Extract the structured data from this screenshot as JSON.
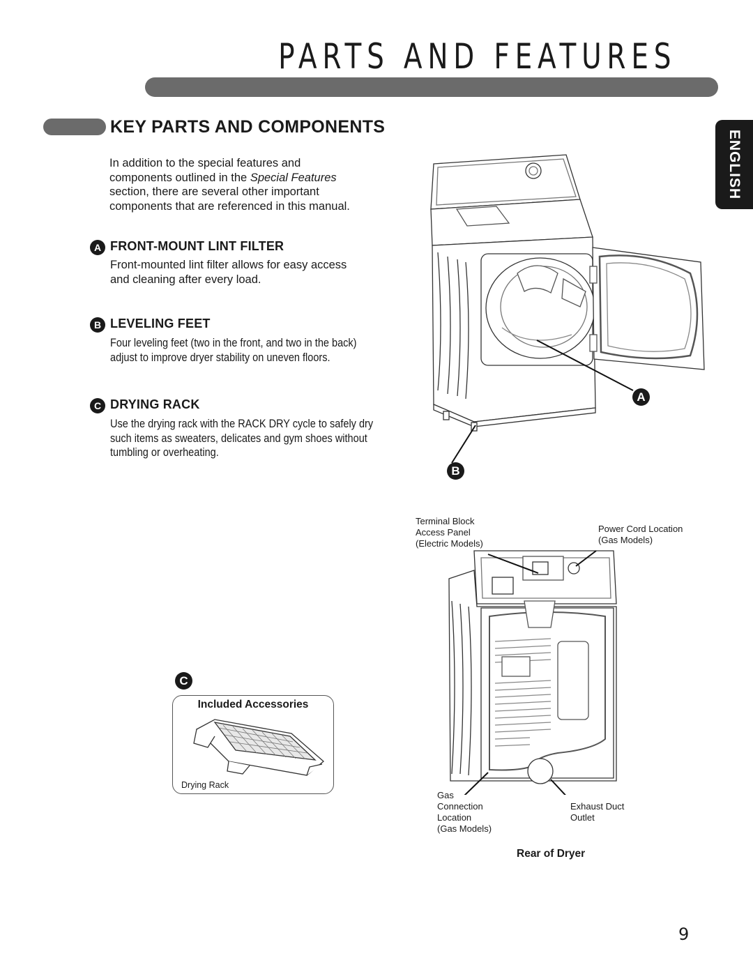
{
  "header": {
    "title": "PARTS AND FEATURES"
  },
  "section": {
    "title": "KEY PARTS AND COMPONENTS"
  },
  "language_tab": {
    "label": "ENGLISH"
  },
  "intro": {
    "lines": [
      "In addition to the special features and",
      "components outlined in the ",
      "Special Features",
      "section, there are several other important",
      "components that are referenced in this manual."
    ]
  },
  "features": [
    {
      "letter": "A",
      "title": "FRONT-MOUNT LINT FILTER",
      "lines": [
        "Front-mounted lint filter allows for easy access",
        "and cleaning after every load."
      ]
    },
    {
      "letter": "B",
      "title": "LEVELING FEET",
      "lines": [
        "Four leveling feet (two in the front, and two in the back)",
        "adjust to improve dryer stability on uneven floors."
      ]
    },
    {
      "letter": "C",
      "title": "DRYING RACK",
      "lines": [
        "Use the drying rack with the RACK DRY cycle to safely dry",
        "such items as sweaters, delicates and gym shoes without",
        "tumbling or overheating."
      ]
    }
  ],
  "front_diagram": {
    "callout_a": "A",
    "callout_b": "B"
  },
  "accessories": {
    "callout": "C",
    "title": "Included Accessories",
    "caption": "Drying Rack"
  },
  "rear_diagram": {
    "caption": "Rear of Dryer",
    "labels": {
      "terminal_block": [
        "Terminal Block",
        "Access Panel",
        "(Electric Models)"
      ],
      "power_cord": [
        "Power Cord Location",
        "(Gas Models)"
      ],
      "gas_connection": [
        "Gas",
        "Connection",
        "Location",
        "(Gas Models)"
      ],
      "exhaust": [
        "Exhaust Duct",
        "Outlet"
      ]
    }
  },
  "page_number": "9"
}
